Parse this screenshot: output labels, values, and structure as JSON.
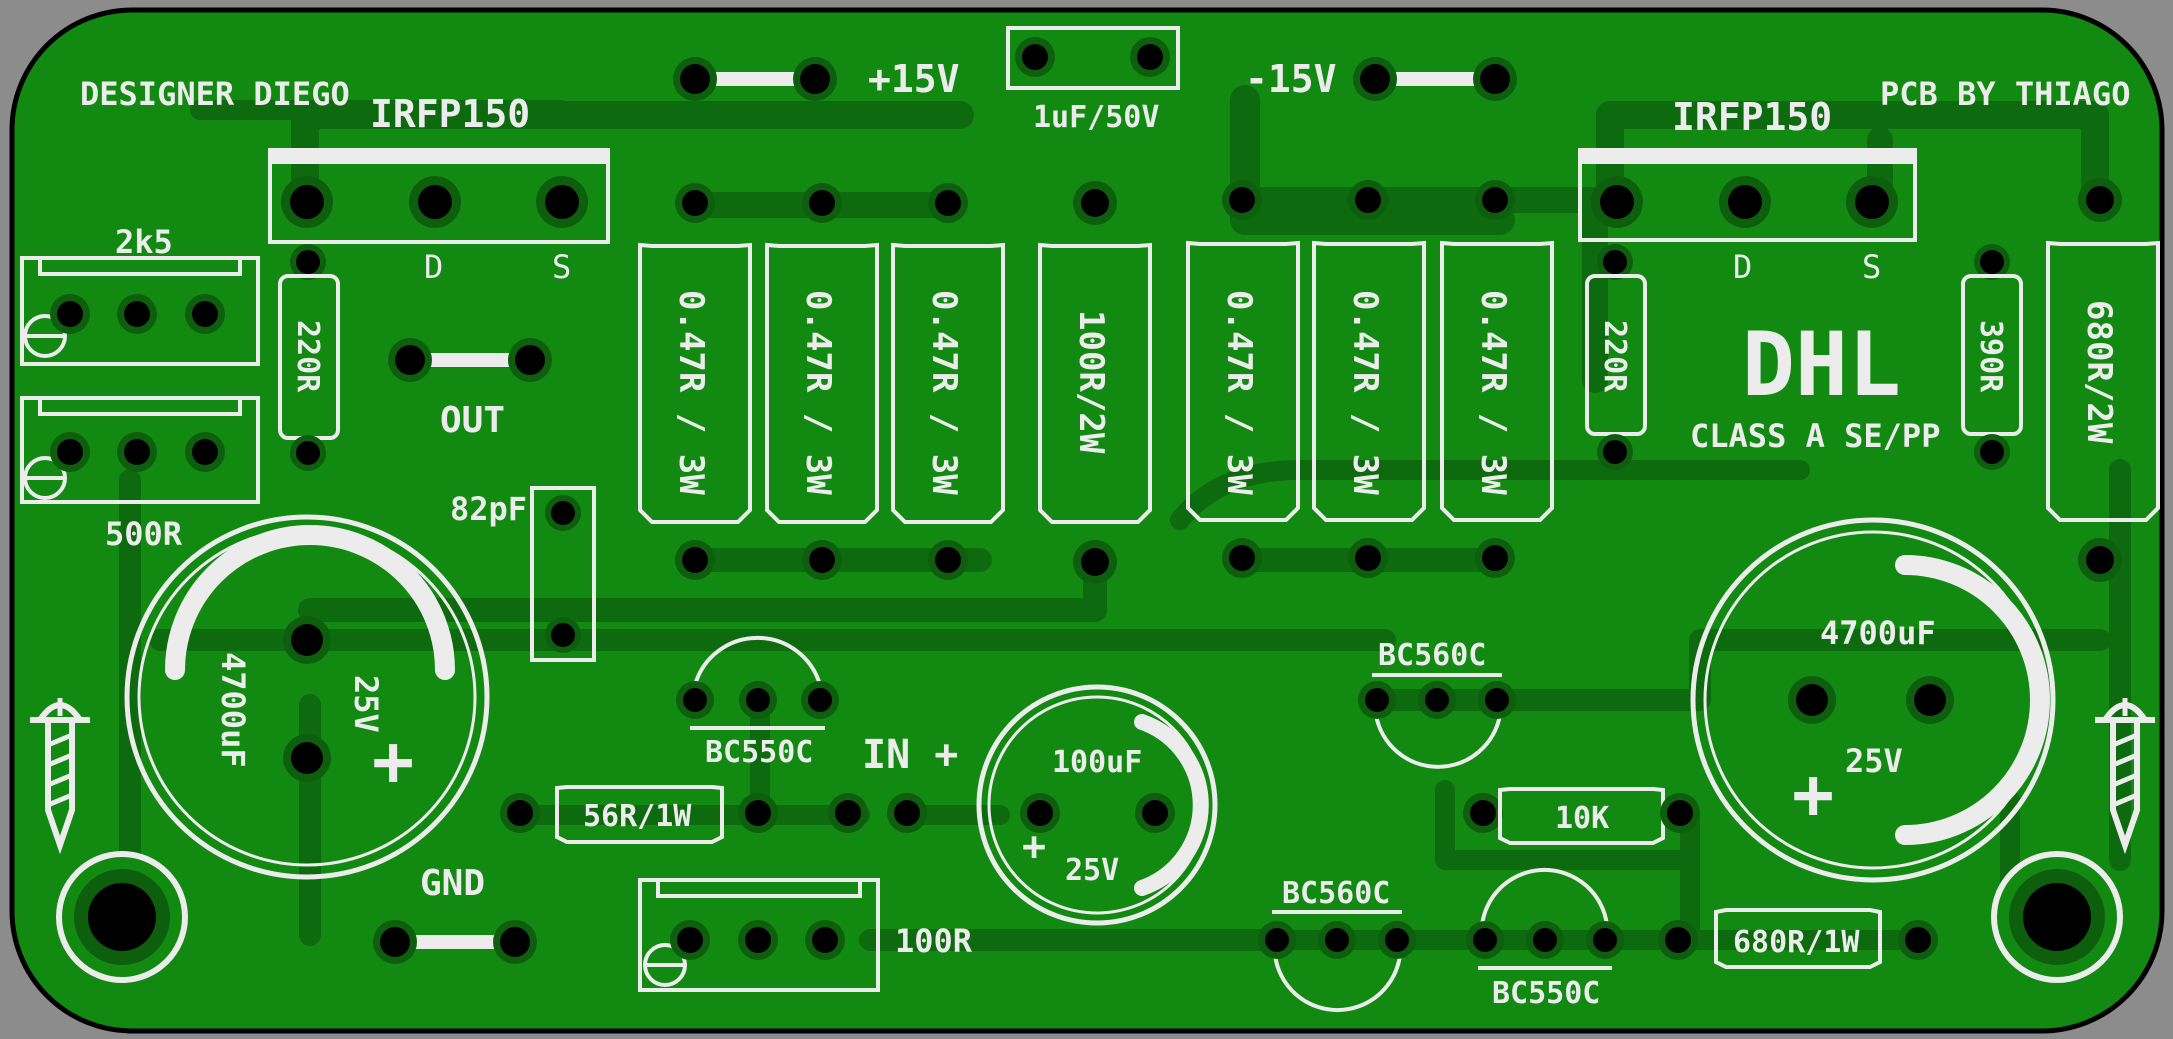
{
  "board": {
    "colors": {
      "outline": "#000000",
      "copper": "#128a12",
      "trace": "#0e6a0e",
      "silkscreen": "#ececec",
      "pad": "#000000"
    },
    "credits": {
      "designer": "DESIGNER DIEGO",
      "pcb_by": "PCB BY THIAGO"
    },
    "brand": {
      "name": "DHL",
      "subtitle": "CLASS A SE/PP"
    },
    "power_pins": {
      "positive": "+15V",
      "negative": "-15V",
      "output": "OUT",
      "ground": "GND",
      "input": "IN +"
    },
    "mosfets": [
      {
        "label": "IRFP150",
        "pin_d": "D",
        "pin_s": "S"
      },
      {
        "label": "IRFP150",
        "pin_d": "D",
        "pin_s": "S"
      }
    ],
    "trimmers": [
      "2k5",
      "500R",
      "100R"
    ],
    "power_resistors": [
      "0.47R / 3W",
      "0.47R / 3W",
      "0.47R / 3W",
      "100R/2W",
      "0.47R / 3W",
      "0.47R / 3W",
      "0.47R / 3W",
      "680R/2W"
    ],
    "small_resistors": {
      "r_gate_left": "220R",
      "r_gate_right": "220R",
      "r_390": "390R",
      "r_56": "56R/1W",
      "r_10k": "10K",
      "r_680": "680R/1W"
    },
    "capacitors": {
      "c_film": "1uF/50V",
      "c_82p": "82pF",
      "c_left_value": "4700uF",
      "c_left_voltage": "25V",
      "c_left_polarity": "+",
      "c_right_value": "4700uF",
      "c_right_voltage": "25V",
      "c_right_polarity": "+",
      "c_mid_value": "100uF",
      "c_mid_voltage": "25V",
      "c_mid_polarity": "+"
    },
    "transistors": {
      "q_bc550_top": "BC550C",
      "q_bc560_top": "BC560C",
      "q_bc560_bottom": "BC560C",
      "q_bc550_bottom": "BC550C"
    }
  }
}
